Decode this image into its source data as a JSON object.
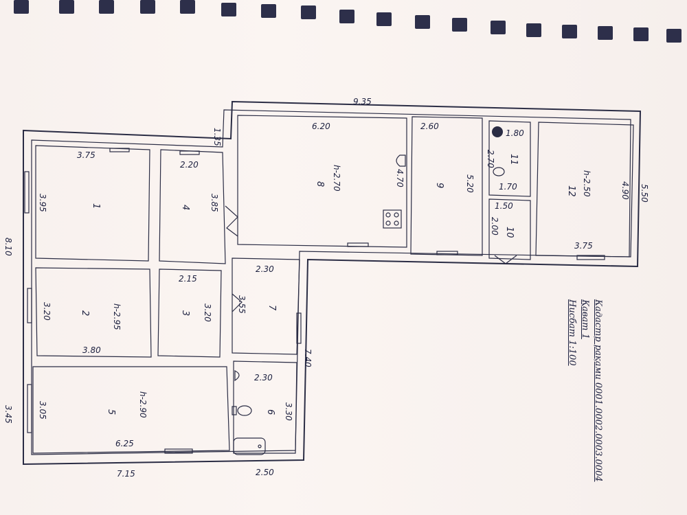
{
  "labels": {
    "overall_top": "9.35",
    "overall_left": "8.10",
    "overall_bottom_left": "7.15",
    "overall_bottom_right": "2.50",
    "overall_right": "5.50",
    "offset_top": "1.35",
    "left_lower": "3.45",
    "r1_width": "3.75",
    "r1_height": "3.95",
    "r1_num": "1",
    "r4_width": "2.20",
    "r4_height": "3.85",
    "r4_num": "4",
    "r2_width": "3.80",
    "r2_height": "3.20",
    "r2_ceiling": "h-2.95",
    "r2_num": "2",
    "r3_width": "2.15",
    "r3_height": "3.20",
    "r3_num": "3",
    "r5_width": "6.25",
    "r5_height": "3.05",
    "r5_ceiling": "h-2.90",
    "r5_num": "5",
    "r8_width": "6.20",
    "r8_height": "4.70",
    "r8_ceiling": "h-2.70",
    "r8_num": "8",
    "r9_width": "2.60",
    "r9_height": "5.20",
    "r9_num": "9",
    "r7_width": "2.30",
    "r7_height": "3.55",
    "r7_length": "7.40",
    "r7_num": "7",
    "r6_width": "2.30",
    "r6_height": "3.30",
    "r6_num": "6",
    "r11_width": "1.80",
    "r11_height": "2.70",
    "r11_num": "11",
    "r10_w1": "1.70",
    "r10_w2": "1.50",
    "r10_height": "2.00",
    "r10_num": "10",
    "r12_width": "3.75",
    "r12_height": "4.90",
    "r12_ceiling": "h-2.50",
    "r12_num": "12"
  },
  "caption": {
    "cadastre": "Кадастр рақами 0001.0002.0003.0004",
    "floor": "Қават    1",
    "scale": "Нисбат 1:100"
  },
  "colors": {
    "ink": "#2a2c44",
    "paper": "#fbf5f2",
    "rings": "#2d2f4a"
  },
  "icons": [
    "stove-icon",
    "sink-icon",
    "toilet-icon",
    "bathtub-icon",
    "window-icon",
    "door-icon",
    "meter-icon"
  ]
}
